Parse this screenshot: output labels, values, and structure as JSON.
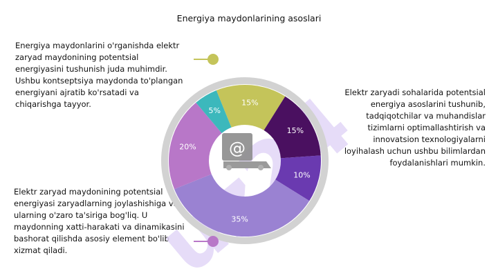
{
  "title": "Energiya maydonlarining asoslari",
  "text_blocks": {
    "left_top": "Energiya maydonlarini o'rganishda elektr zaryad maydonining potentsial energiyasini tushunish juda muhimdir. Ushbu kontseptsiya maydonda to'plangan energiyani ajratib ko'rsatadi va chiqarishga tayyor.",
    "right": "Elektr zaryadi sohalarida potentsial energiya asoslarini tushunib, tadqiqotchilar va muhandislar tizimlarni optimallashtirish va innovatsion texnologiyalarni loyihalash uchun ushbu bilimlardan foydalanishlari mumkin.",
    "left_bottom": "Elektr zaryad maydonining potentsial energiyasi zaryadlarning joylashishiga va ularning o'zaro ta'siriga bog'liq. U maydonning xatti-harakati va dinamikasini bashorat qilishda asosiy element bo'lib xizmat qiladi."
  },
  "chart_data": {
    "type": "pie",
    "variant": "donut",
    "segments": [
      {
        "label": "15%",
        "value": 15,
        "color": "#c4c45a"
      },
      {
        "label": "15%",
        "value": 15,
        "color": "#4a1060"
      },
      {
        "label": "10%",
        "value": 10,
        "color": "#6a3ab0"
      },
      {
        "label": "35%",
        "value": 35,
        "color": "#9a82d2"
      },
      {
        "label": "20%",
        "value": 20,
        "color": "#b877c8"
      },
      {
        "label": "5%",
        "value": 5,
        "color": "#3cb8bc"
      }
    ]
  },
  "colors": {
    "outer_ring": "#d2d2d2",
    "connector_top": "#c4c45a",
    "connector_bottom": "#b877c8",
    "watermark": "#e2d6f7"
  },
  "icons": {
    "center": "at-sign-icon",
    "watermark": "watermark"
  }
}
